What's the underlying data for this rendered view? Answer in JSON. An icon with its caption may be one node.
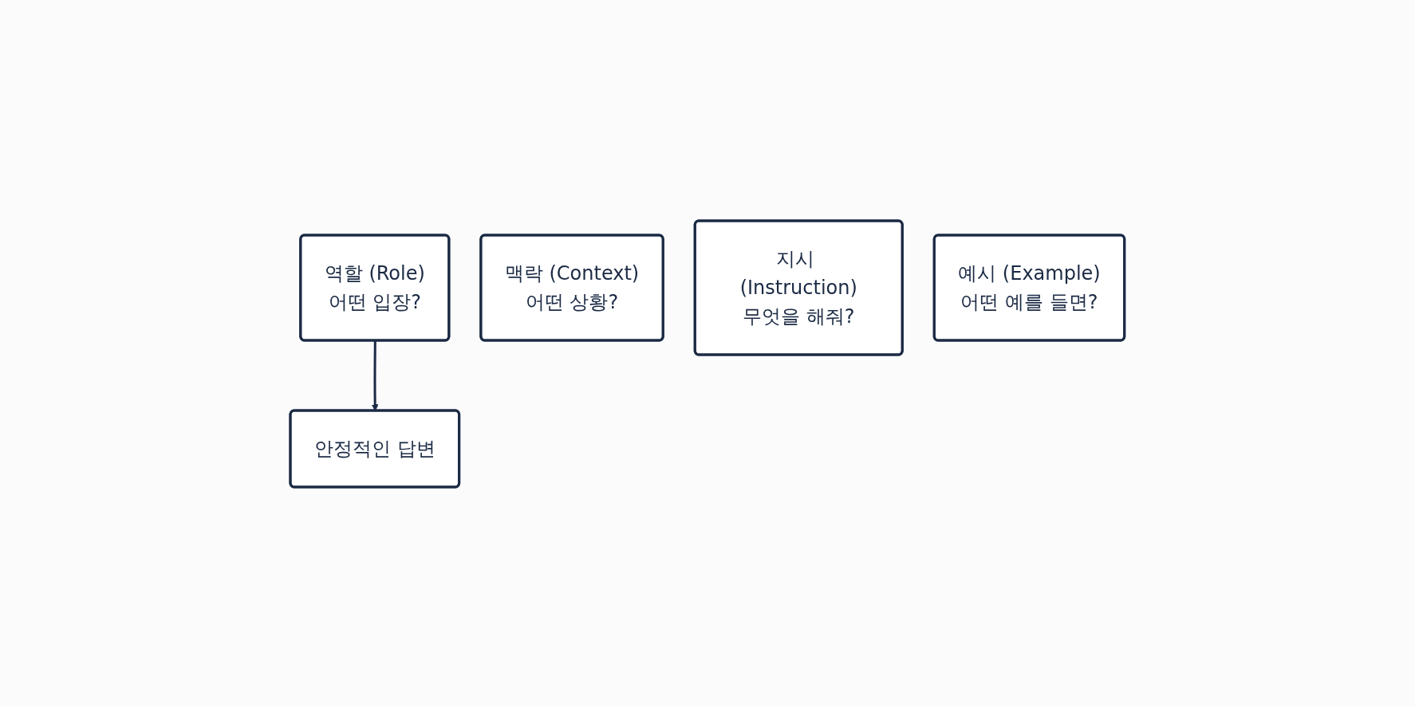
{
  "diagram": {
    "nodes": [
      {
        "text": [
          "역할 (Role)",
          "어떤 입장?"
        ]
      },
      {
        "text": [
          "맥락 (Context)",
          "어떤 상황?"
        ]
      },
      {
        "text": [
          "지시 (Instruction)",
          "무엇을 해줘?"
        ]
      },
      {
        "text": [
          "예시 (Example)",
          "어떤 예를 들면?"
        ]
      },
      {
        "text": [
          "안정적인 답변"
        ]
      }
    ],
    "edges": [
      {
        "from": 0,
        "to": 4,
        "arrow": "to"
      }
    ]
  }
}
